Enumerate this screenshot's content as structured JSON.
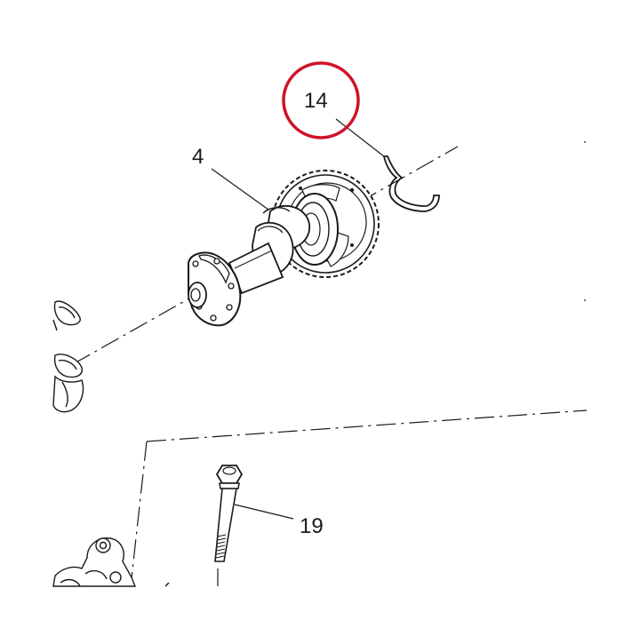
{
  "diagram": {
    "callouts": {
      "c14": "14",
      "c4": "4",
      "c19": "19"
    },
    "highlight": {
      "target": "14",
      "color": "#d0122a"
    },
    "line_color": "#1a1a1a"
  }
}
